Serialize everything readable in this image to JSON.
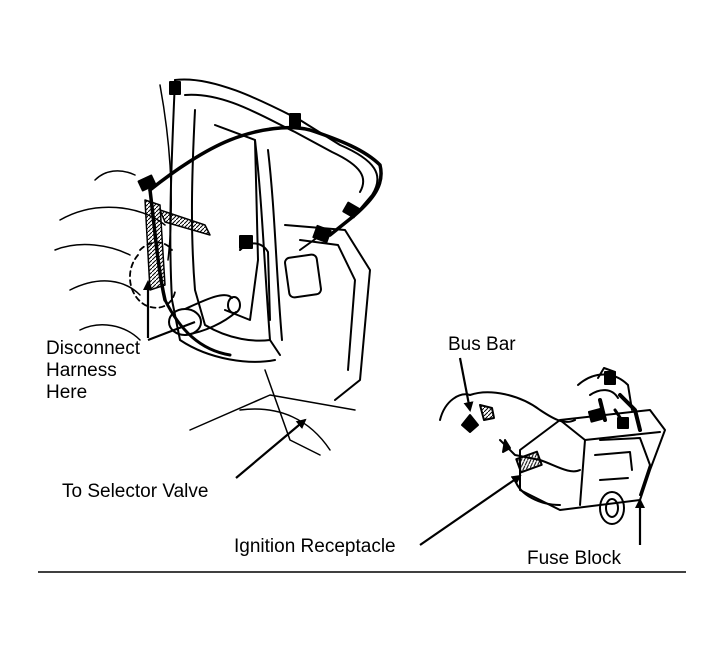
{
  "labels": {
    "disconnect_line1": "Disconnect",
    "disconnect_line2": "Harness",
    "disconnect_line3": "Here",
    "selector_valve": "To Selector Valve",
    "ignition_receptacle": "Ignition Receptacle",
    "bus_bar": "Bus Bar",
    "fuse_block": "Fuse Block"
  },
  "colors": {
    "ink": "#000000",
    "paper": "#ffffff"
  }
}
